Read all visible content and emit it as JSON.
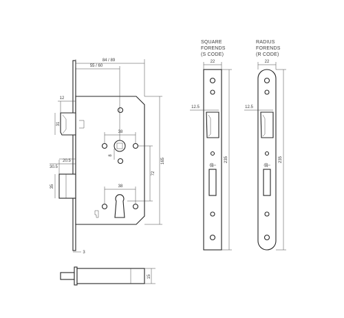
{
  "headers": {
    "square_l1": "SQUARE",
    "square_l2": "FORENDS",
    "square_l3": "(S CODE)",
    "radius_l1": "RADIUS",
    "radius_l2": "FORENDS",
    "radius_l3": "(R CODE)"
  },
  "dims": {
    "backset_overall": "84 / 89",
    "backset": "55 / 60",
    "d12": "12",
    "d31": "31",
    "d38_top": "38",
    "d8": "8",
    "d165": "165",
    "d72": "72",
    "d30_5": "30.5",
    "d20_5": "20.5",
    "d35": "35",
    "d38_bottom": "38",
    "d3": "3",
    "d15": "15",
    "sq_width": "22",
    "sq_12_5": "12.5",
    "sq_10": "10",
    "sq_235": "235",
    "r_width": "22",
    "r_12_5": "12.5",
    "r_10": "10",
    "r_235": "235"
  }
}
